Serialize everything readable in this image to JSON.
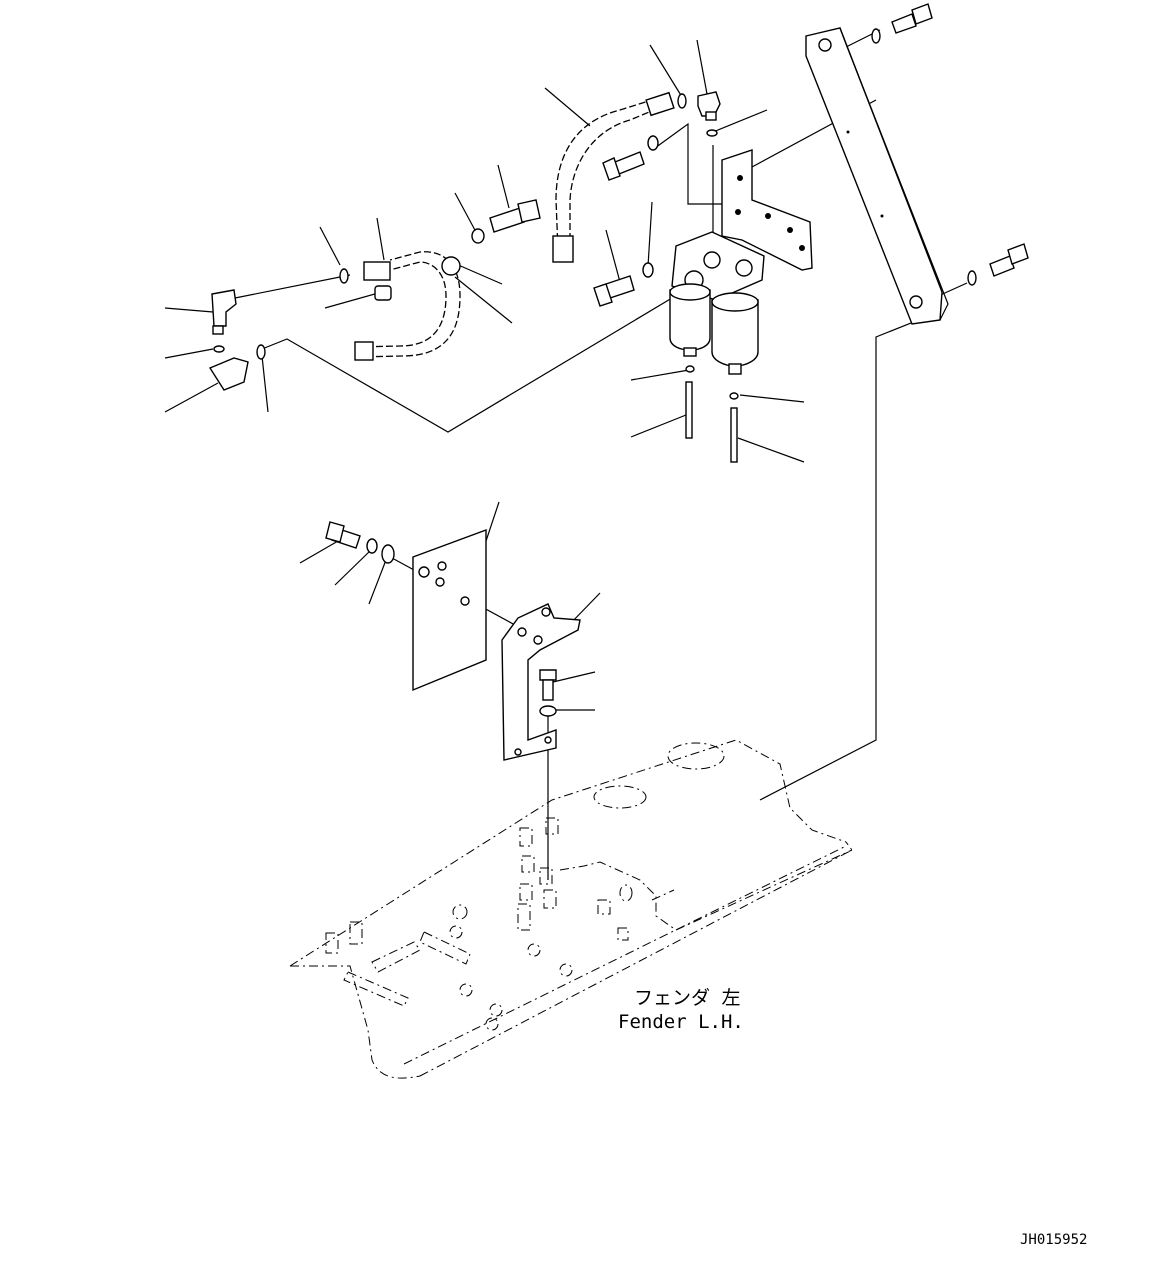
{
  "labels": {
    "fender_jp": "フェンダ 左",
    "fender_en": "Fender L.H.",
    "drawing_code": "JH015952"
  }
}
